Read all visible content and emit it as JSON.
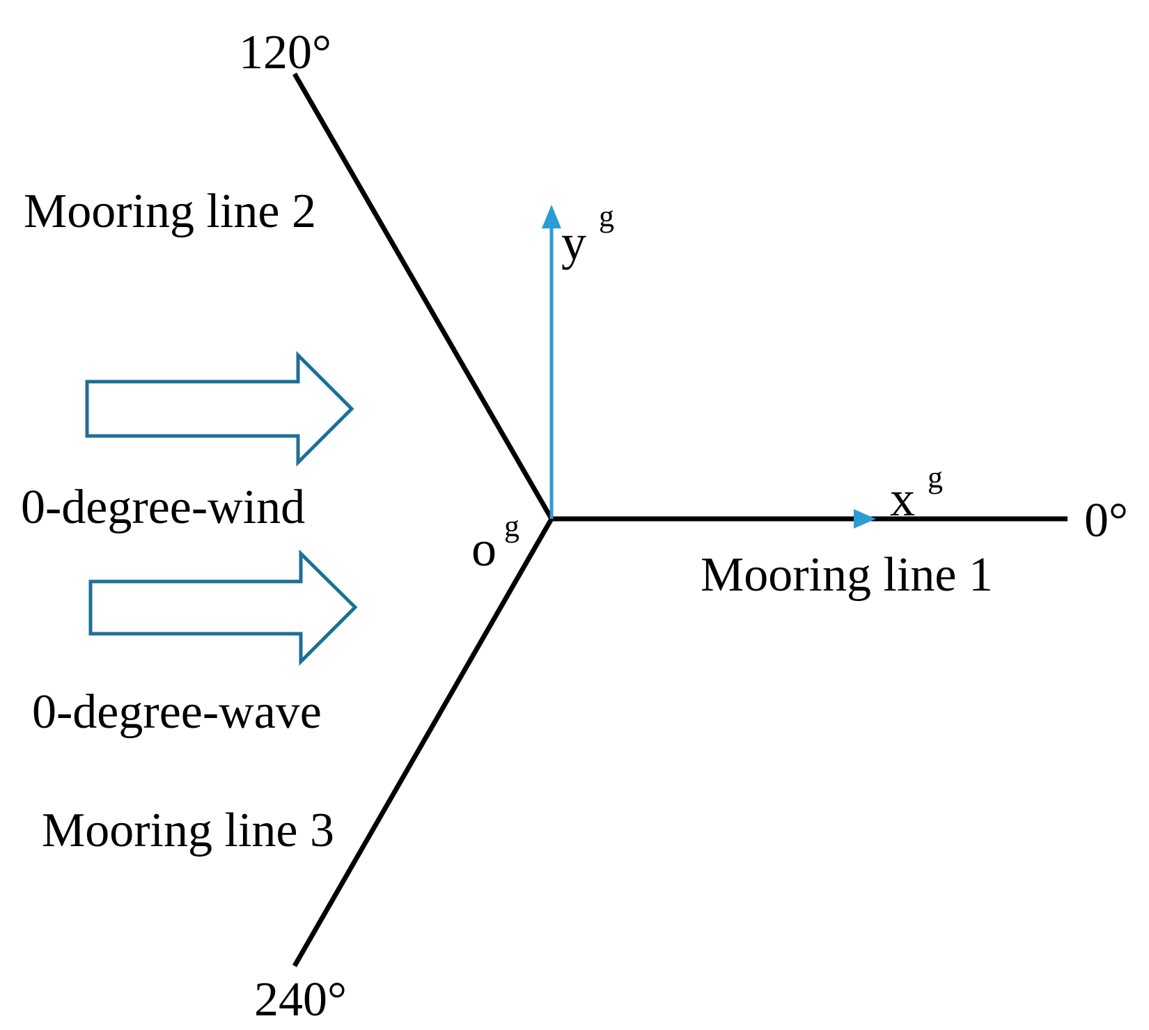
{
  "colors": {
    "line": "#000000",
    "axis": "#2b9bd6",
    "load_arrow": "#1e6f96"
  },
  "angles": {
    "a0": "0°",
    "a120": "120°",
    "a240": "240°"
  },
  "mooring_lines": {
    "line1": "Mooring line 1",
    "line2": "Mooring line 2",
    "line3": "Mooring line 3"
  },
  "axes": {
    "x": "x",
    "y": "y",
    "origin": "o",
    "superscript": "g"
  },
  "loads": {
    "wind": "0-degree-wind",
    "wave": "0-degree-wave"
  }
}
